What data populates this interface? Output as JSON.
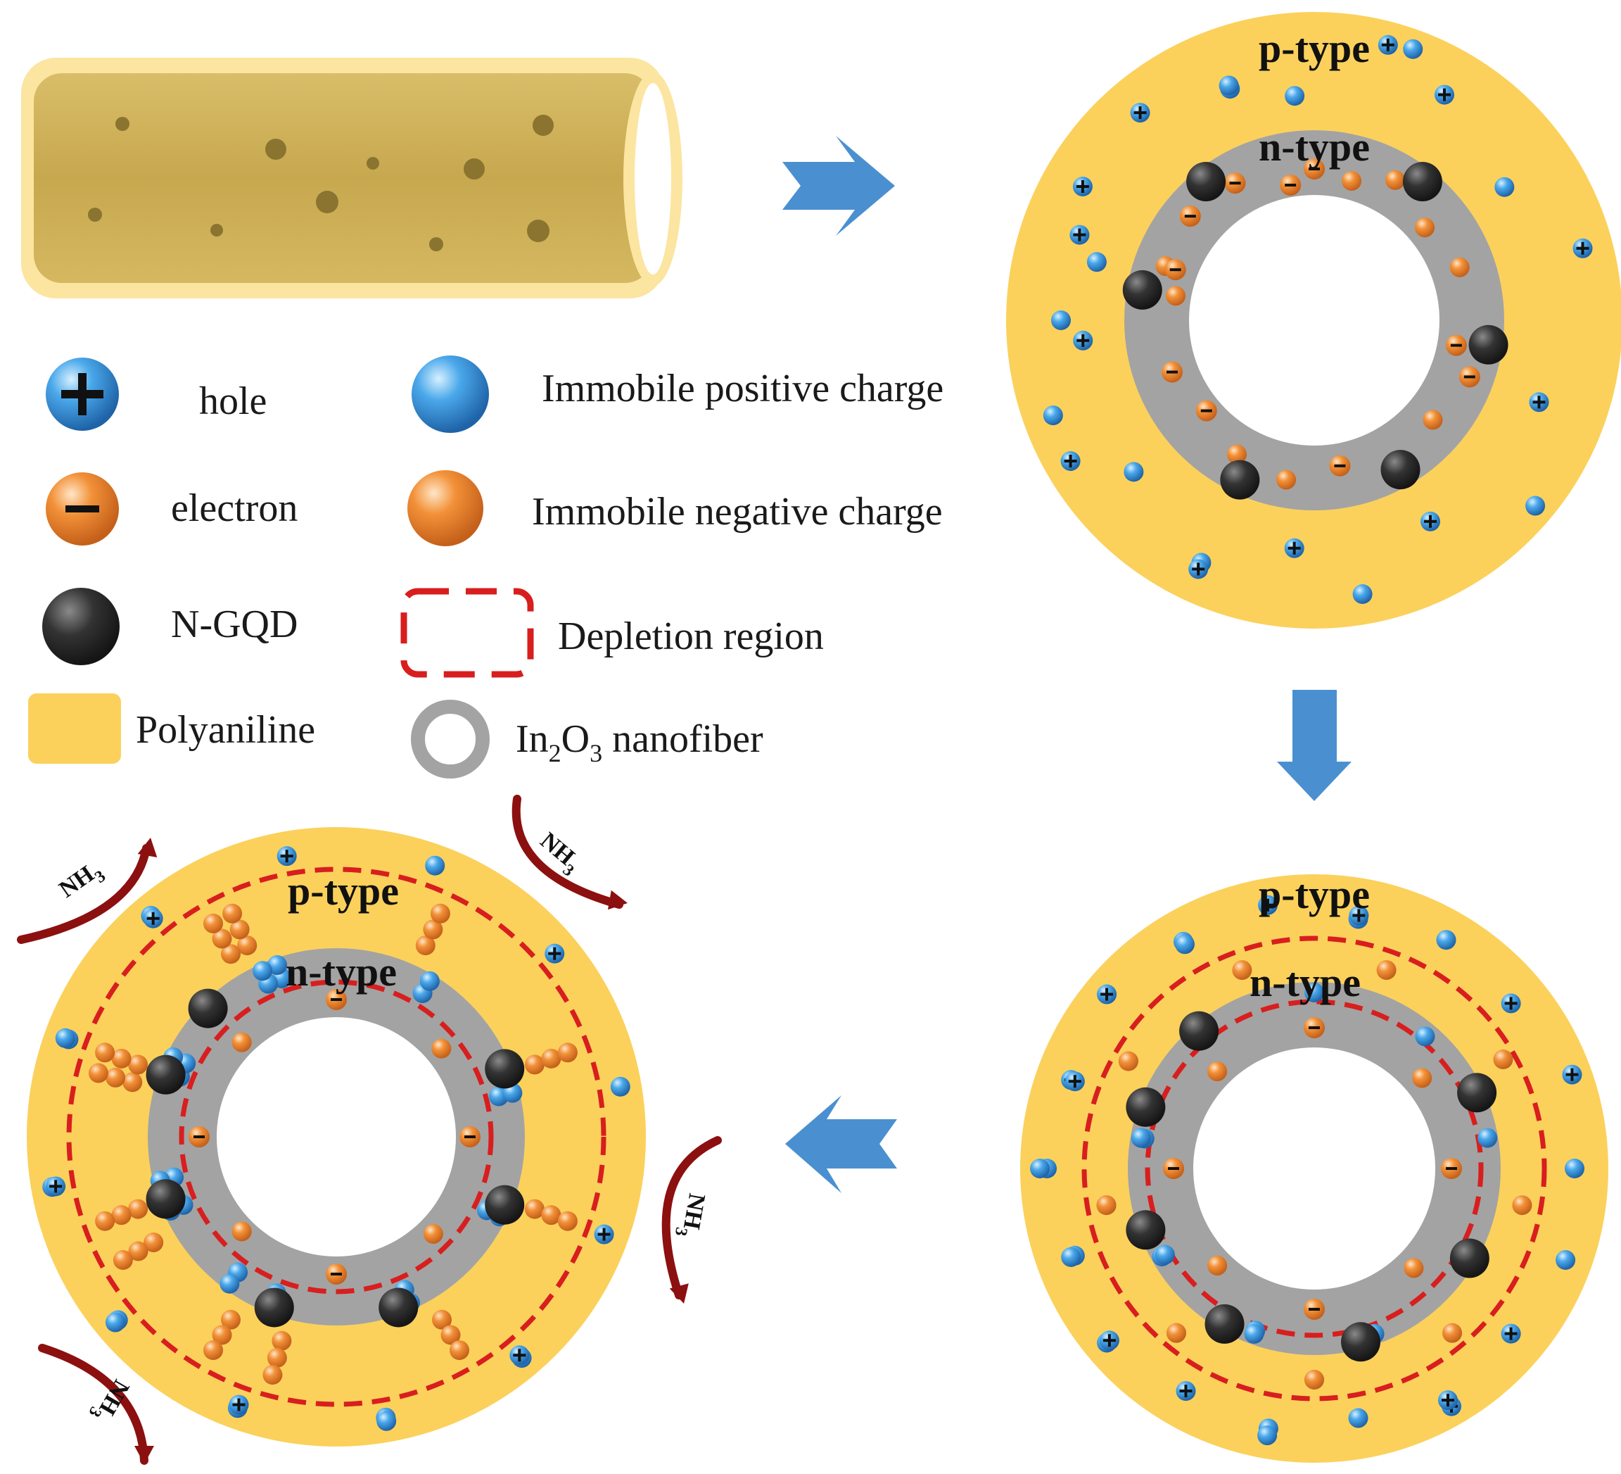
{
  "colors": {
    "polyaniline": "#fbd15c",
    "in2o3": "#a3a3a3",
    "hole": "#3d9ae0",
    "electron": "#ee8a2e",
    "ngqd": "#333333",
    "depletion": "#d81e1e",
    "arrow": "#4a90d0",
    "nh3_arrow": "#8c1010",
    "fiber": "#c8ac58"
  },
  "legend": {
    "hole": "hole",
    "immobile_positive": "Immobile positive charge",
    "electron": "electron",
    "immobile_negative": "Immobile negative charge",
    "ngqd": "N-GQD",
    "depletion": "Depletion region",
    "polyaniline": "Polyaniline",
    "in2o3_prefix": "In",
    "in2o3_sub1": "2",
    "in2o3_mid": "O",
    "in2o3_sub2": "3",
    "in2o3_suffix": " nanofiber"
  },
  "stage1": {
    "p_label": "p-type",
    "n_label": "n-type"
  },
  "stage2": {
    "p_label": "p-type",
    "n_label": "n-type"
  },
  "stage3": {
    "p_label": "p-type",
    "n_label": "n-type"
  },
  "gas": {
    "nh3_prefix": "NH",
    "nh3_sub": "3"
  },
  "icons": {
    "flow_arrow": "block-arrow-icon",
    "gas_arrow": "curved-arrow-icon",
    "plus": "plus-sign-icon",
    "minus": "minus-sign-icon"
  }
}
